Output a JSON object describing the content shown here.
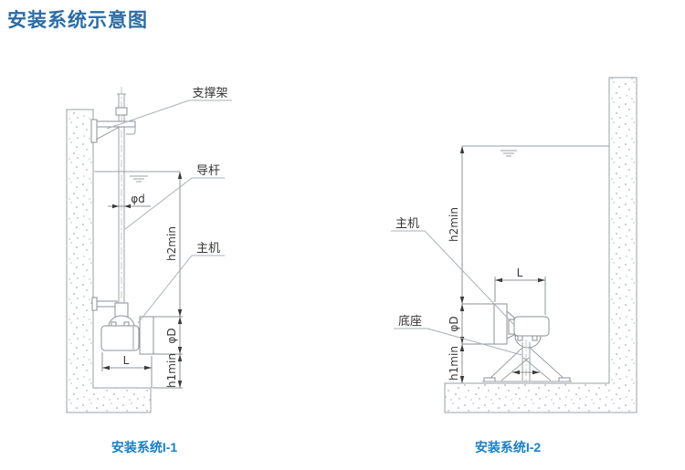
{
  "page": {
    "title": "安装系统示意图"
  },
  "colors": {
    "title_blue": "#2c6ca5",
    "caption_blue": "#1a80c4",
    "drawing_line_gray": "#9aa0a5",
    "dimension_text": "#3a3a3a"
  },
  "diagram1": {
    "caption": "安装系统I-1",
    "labels": {
      "support_bracket": "支撑架",
      "guide_rod": "导杆",
      "main_unit": "主机"
    },
    "dims": {
      "rod_diameter": "φd",
      "h2": "h2min",
      "prop_diameter": "φD",
      "length": "L",
      "h1": "h1min"
    }
  },
  "diagram2": {
    "caption": "安装系统I-2",
    "labels": {
      "main_unit": "主机",
      "base": "底座"
    },
    "dims": {
      "h2": "h2min",
      "prop_diameter": "φD",
      "length": "L",
      "h1": "h1min"
    }
  }
}
